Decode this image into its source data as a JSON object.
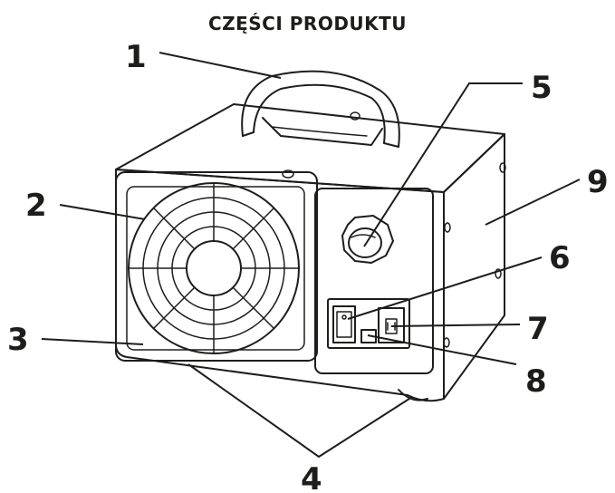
{
  "title": "CZĘŚCI PRODUKTU",
  "labels": [
    "1",
    "2",
    "3",
    "4",
    "5",
    "6",
    "7",
    "8",
    "9"
  ]
}
